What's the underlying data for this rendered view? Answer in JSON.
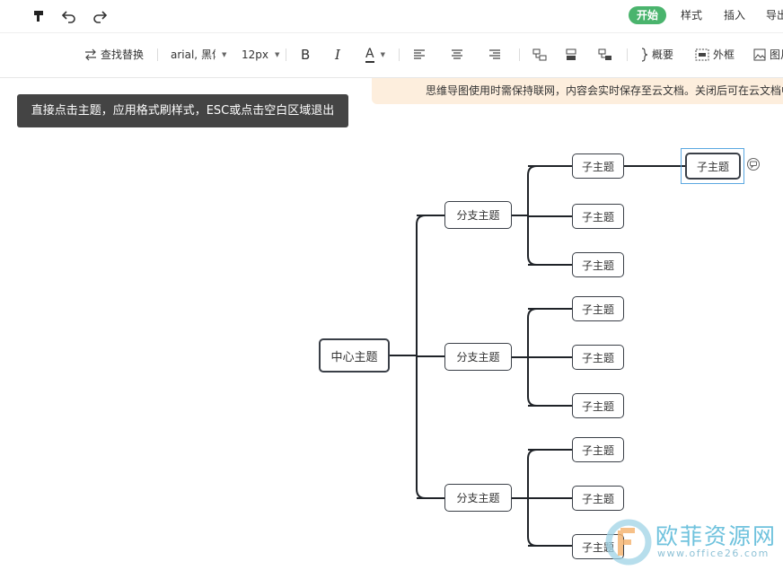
{
  "header": {
    "tabs": [
      {
        "label": "开始",
        "active": true
      },
      {
        "label": "样式",
        "active": false
      },
      {
        "label": "插入",
        "active": false
      },
      {
        "label": "导出",
        "active": false
      }
    ],
    "icons": [
      "format-painter-icon",
      "undo-icon",
      "redo-icon"
    ]
  },
  "toolbar": {
    "find_replace": "查找替换",
    "font_family": "arial, 黑体",
    "font_size": "12px",
    "bold": "B",
    "italic": "I",
    "font_color": "A",
    "summary": "概要",
    "frame": "外框",
    "image": "图片"
  },
  "notice": "思维导图使用时需保持联网，内容会实时保存至云文档。关闭后可在云文档中找到",
  "tooltip": "直接点击主题，应用格式刷样式，ESC或点击空白区域退出",
  "mindmap": {
    "center": "中心主题",
    "branches": [
      {
        "label": "分支主题",
        "children": [
          "子主题",
          "子主题",
          "子主题"
        ],
        "grandchild": "子主题"
      },
      {
        "label": "分支主题",
        "children": [
          "子主题",
          "子主题",
          "子主题"
        ]
      },
      {
        "label": "分支主题",
        "children": [
          "子主题",
          "子主题",
          "子主题"
        ]
      }
    ]
  },
  "watermark": {
    "title": "欧菲资源网",
    "url": "www.office26.com"
  },
  "colors": {
    "accent": "#4ab46d",
    "notice_bg": "#fdeedd",
    "tooltip_bg": "#444444",
    "node_border": "#3a3f47",
    "selection": "#5aa7e0"
  }
}
